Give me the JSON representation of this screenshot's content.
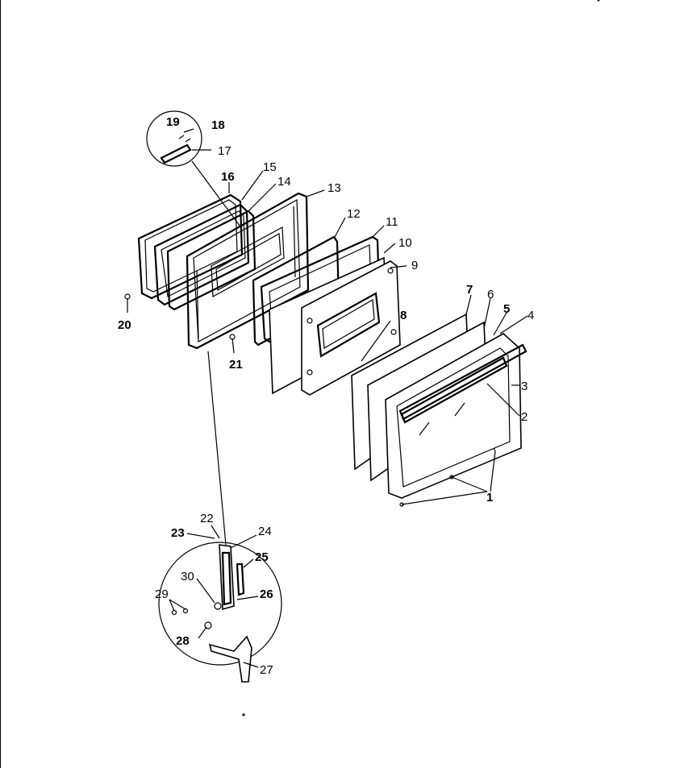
{
  "labels": {
    "l1": "1",
    "l2": "2",
    "l3": "3",
    "l4": "4",
    "l5": "5",
    "l6": "6",
    "l7": "7",
    "l8": "8",
    "l9": "9",
    "l10": "10",
    "l11": "11",
    "l12": "12",
    "l13": "13",
    "l14": "14",
    "l15": "15",
    "l16": "16",
    "l17": "17",
    "l18": "18",
    "l19": "19",
    "l20": "20",
    "l21": "21",
    "l22": "22",
    "l23": "23",
    "l24": "24",
    "l25": "25",
    "l26": "26",
    "l27": "27",
    "l28": "28",
    "l29": "29",
    "l30": "30"
  }
}
